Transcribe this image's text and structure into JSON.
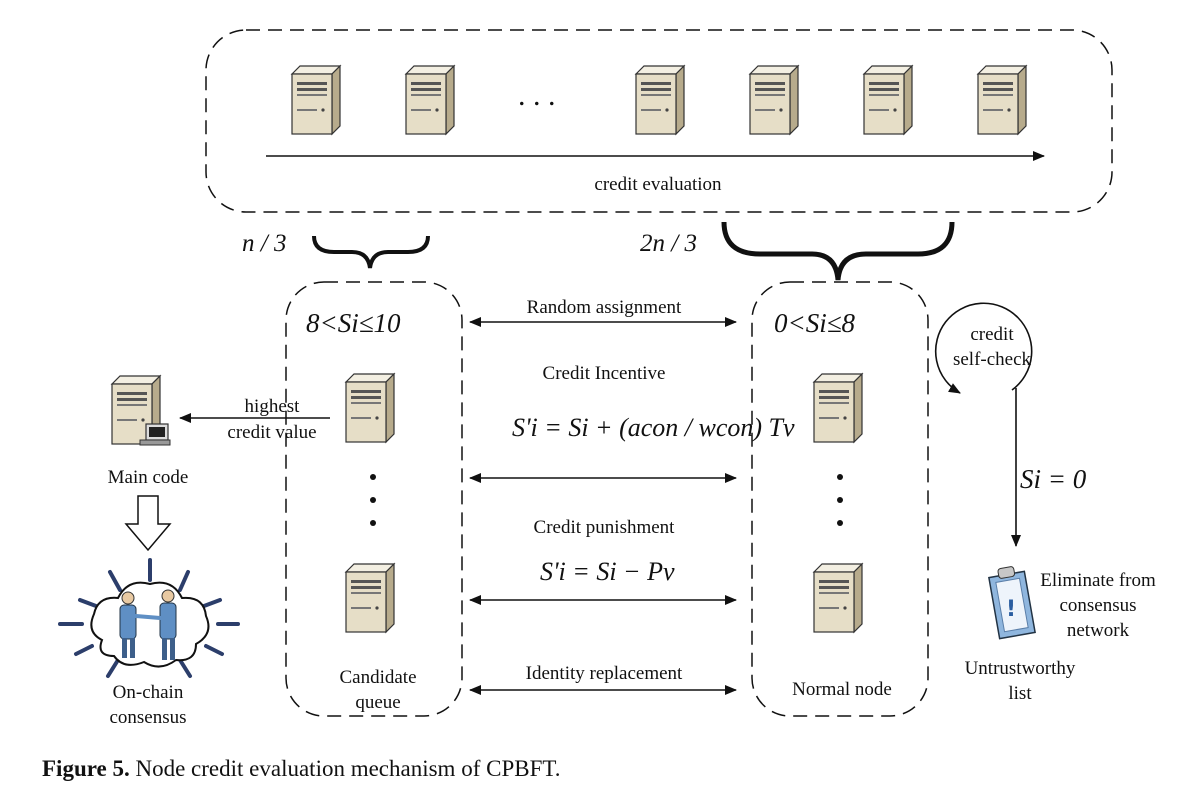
{
  "diagram": {
    "top_label": "credit evaluation",
    "top_ellipsis": ". . .",
    "left_fraction": "n / 3",
    "right_fraction": "2n / 3",
    "candidate": {
      "range": "8<Si≤10",
      "name_line1": "Candidate",
      "name_line2": "queue",
      "arrow_label_line1": "highest",
      "arrow_label_line2": "credit value"
    },
    "normal": {
      "range": "0<Si≤8",
      "name": "Normal node"
    },
    "middle": {
      "random": "Random assignment",
      "incentive": "Credit Incentive",
      "incentive_formula": "S'i = Si + (acon / wcon) Tv",
      "punishment": "Credit punishment",
      "punishment_formula": "S'i = Si − Pv",
      "identity": "Identity replacement"
    },
    "main_code": "Main code",
    "onchain_line1": "On-chain",
    "onchain_line2": "consensus",
    "self_check_line1": "credit",
    "self_check_line2": "self-check",
    "si_zero": "Si = 0",
    "eliminate_line1": "Eliminate from",
    "eliminate_line2": "consensus",
    "eliminate_line3": "network",
    "untrust_line1": "Untrustworthy",
    "untrust_line2": "list",
    "colors": {
      "server_body": "#e9e2cf",
      "server_front": "#d8cfb6",
      "line": "#111111",
      "cloud_burst": "#2c3e6b",
      "clipboard": "#7aa6d6"
    }
  },
  "caption": {
    "label": "Figure 5.",
    "text": "Node credit evaluation mechanism of CPBFT."
  }
}
